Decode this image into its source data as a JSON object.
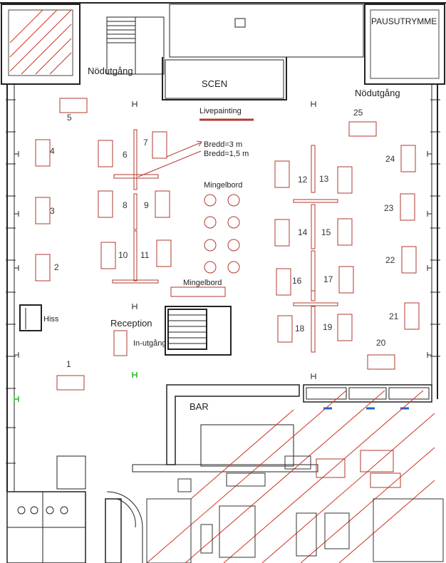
{
  "labels": {
    "pausutrymme": "PAUSUTRYMME",
    "nodutgang_left": "Nödutgång",
    "nodutgang_right": "Nödutgång",
    "scen": "SCEN",
    "livepainting": "Livepainting",
    "bredd_3": "Bredd=3 m",
    "bredd_15": "Bredd=1,5 m",
    "mingelbord_top": "Mingelbord",
    "mingelbord_bottom": "Mingelbord",
    "reception": "Reception",
    "in_utgang": "In-utgång",
    "hiss": "Hiss",
    "bar": "BAR"
  },
  "booths": [
    "1",
    "2",
    "3",
    "4",
    "5",
    "6",
    "7",
    "8",
    "9",
    "10",
    "11",
    "12",
    "13",
    "14",
    "15",
    "16",
    "17",
    "18",
    "19",
    "20",
    "21",
    "22",
    "23",
    "24",
    "25"
  ],
  "colors": {
    "wall": "#222222",
    "booth": "#b03a2e",
    "hatch": "#cc3322",
    "green": "#22bb22",
    "blue": "#1a66cc"
  }
}
